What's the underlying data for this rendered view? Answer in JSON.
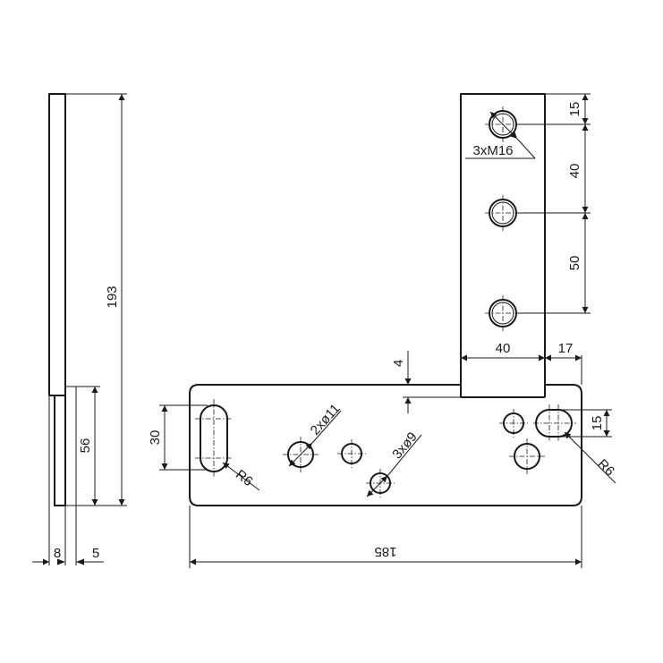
{
  "dimensions": {
    "side_height": "193",
    "side_lower_height": "56",
    "side_thickness": "8",
    "side_offset": "5",
    "top_hole_offset": "15",
    "hole_spacing_1": "40",
    "hole_spacing_2": "50",
    "arm_width": "40",
    "arm_edge_offset": "17",
    "step": "4",
    "slot_length": "30",
    "slot_offset_right": "15",
    "total_width": "185",
    "slot_radius_left": "R6",
    "slot_radius_right": "R6"
  },
  "callouts": {
    "tapped_holes": "3xM16",
    "holes_11": "2xø11",
    "holes_9": "3xø9"
  }
}
